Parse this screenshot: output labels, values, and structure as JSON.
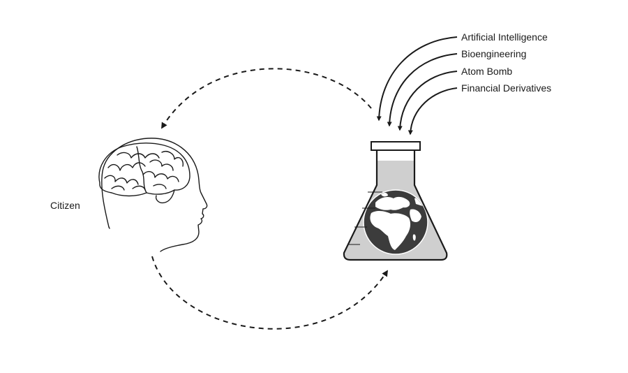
{
  "labels": {
    "citizen": "Citizen",
    "technologies": [
      "Artificial Intelligence",
      "Bioengineering",
      "Atom Bomb",
      "Financial Derivatives"
    ]
  },
  "colors": {
    "ink": "#1a1a1a",
    "liquid": "#cfcfcf",
    "globe_sea": "#3c3c3c",
    "globe_land": "#ffffff"
  },
  "icons": {
    "head": "human-head-brain-icon",
    "flask": "erlenmeyer-flask-icon",
    "globe": "earth-globe-icon"
  }
}
